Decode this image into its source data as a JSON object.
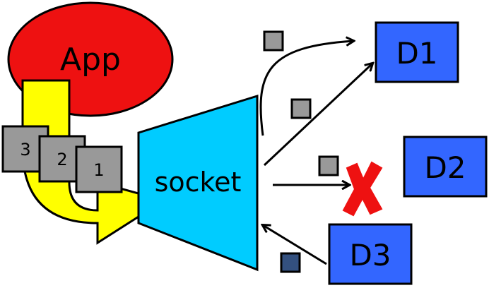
{
  "app": {
    "label": "App"
  },
  "socket": {
    "label": "socket"
  },
  "packets_queue": [
    {
      "label": "3"
    },
    {
      "label": "2"
    },
    {
      "label": "1"
    }
  ],
  "destinations": [
    {
      "label": "D1"
    },
    {
      "label": "D2"
    },
    {
      "label": "D3"
    }
  ],
  "colors": {
    "app": "#ee1111",
    "arrow_fill": "#ffff00",
    "socket": "#00ccff",
    "destination": "#3366ff",
    "packet": "#999999",
    "packet_incoming": "#33507f",
    "drop_mark": "#ee1111"
  }
}
